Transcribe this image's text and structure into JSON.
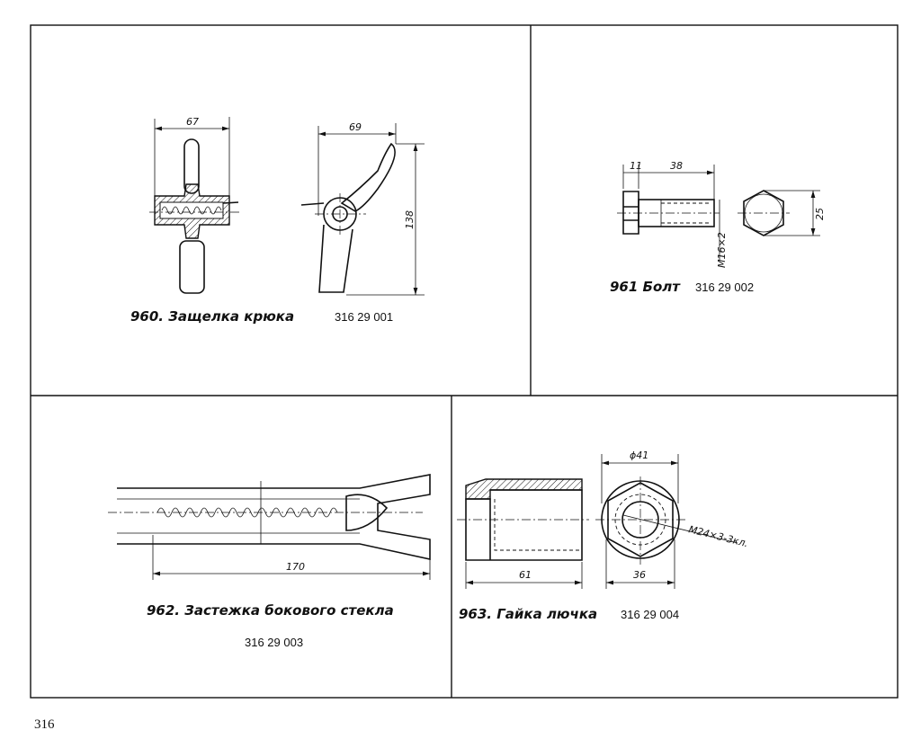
{
  "page_number": "316",
  "items": [
    {
      "caption": "960. Защелка крюка",
      "code": "316 29 001",
      "dims": [
        "67",
        "69",
        "138"
      ]
    },
    {
      "caption": "961 Болт",
      "code": "316 29 002",
      "dims": [
        "11",
        "38",
        "25",
        "M16×2"
      ]
    },
    {
      "caption": "962. Застежка бокового стекла",
      "code": "316 29 003",
      "dims": [
        "170"
      ]
    },
    {
      "caption": "963. Гайка лючка",
      "code": "316 29 004",
      "dims": [
        "ϕ41",
        "61",
        "36",
        "M24×3-3кл."
      ]
    }
  ]
}
